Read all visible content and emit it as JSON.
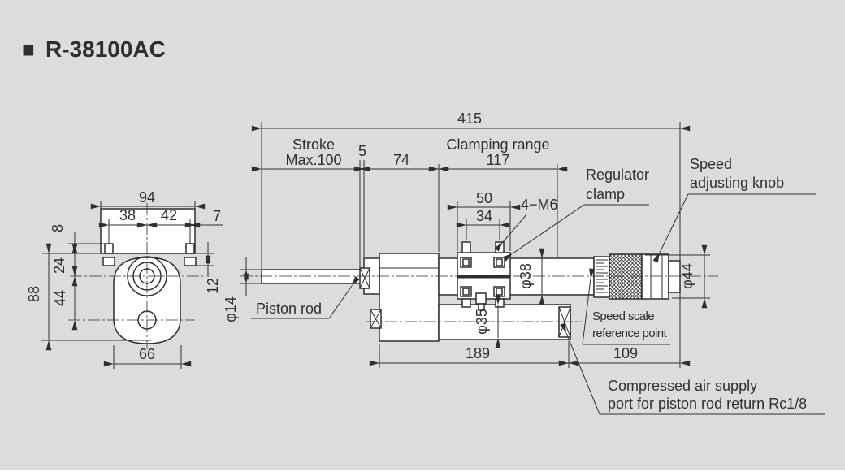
{
  "colors": {
    "background": "#dbdddc",
    "line": "#2f2f31",
    "fill": "#ffffff"
  },
  "title": {
    "bullet": "■",
    "model": "R-38100AC"
  },
  "side": {
    "overall_length": "415",
    "stroke_line1": "Stroke",
    "stroke_line2": "Max.100",
    "flange_thickness": "5",
    "head_length": "74",
    "clamping_range_label": "Clamping range",
    "clamping_range": "117",
    "clamp_width": "50",
    "clamp_bolt_pitch": "34",
    "clamp_bolts": "4−M6",
    "body_diameter": "φ38",
    "lower_body_diameter": "φ35",
    "knob_diameter": "φ44",
    "rod_diameter": "φ14",
    "body_length": "189",
    "knob_length": "109",
    "piston_rod": "Piston rod",
    "regulator_clamp_line1": "Regulator",
    "regulator_clamp_line2": "clamp",
    "speed_knob_line1": "Speed",
    "speed_knob_line2": "adjusting knob",
    "speed_scale_line1": "Speed scale",
    "speed_scale_line2": "reference point",
    "air_port_line1": "Compressed air supply",
    "air_port_line2": "port for piston rod return Rc1/8"
  },
  "front": {
    "flange_width": "94",
    "bolt_left": "38",
    "bolt_right": "42",
    "bolt_edge": "7",
    "bolt_height": "8",
    "center_offset": "24",
    "port_offset": "44",
    "height": "88",
    "body_width": "66",
    "plate_step": "12"
  }
}
